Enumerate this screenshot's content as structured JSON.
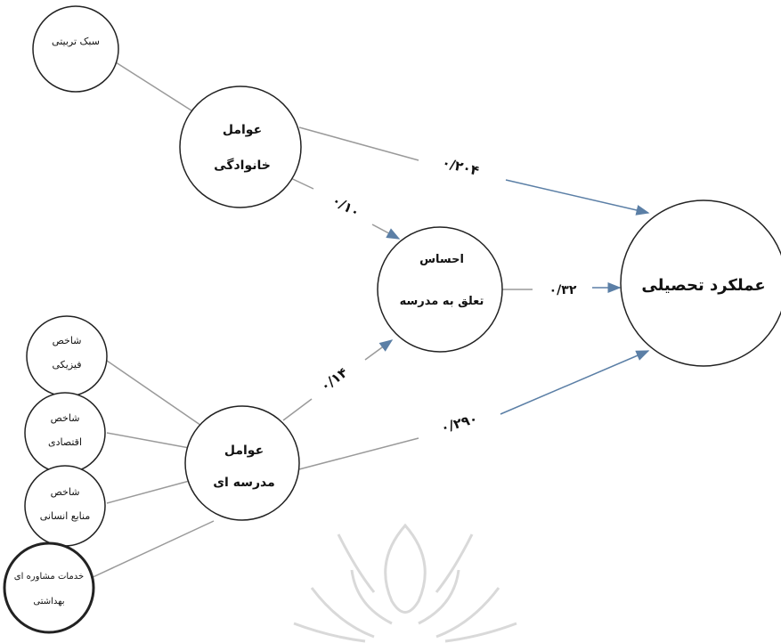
{
  "nodes": {
    "parenting_style": {
      "lines": [
        "سبک تربیتی"
      ]
    },
    "family_factors": {
      "lines": [
        "عوامل",
        "خانوادگی"
      ]
    },
    "school_belonging": {
      "lines": [
        "احساس",
        "تعلق به مدرسه"
      ]
    },
    "academic_performance": {
      "lines": [
        "عملکرد تحصیلی"
      ]
    },
    "physical_index": {
      "lines": [
        "شاخص",
        "فیزیکی"
      ]
    },
    "economic_index": {
      "lines": [
        "شاخص",
        "اقتصادی"
      ]
    },
    "human_resources_index": {
      "lines": [
        "شاخص",
        "منابع انسانی"
      ]
    },
    "health_counseling_services": {
      "lines": [
        "خدمات مشاوره ای",
        "بهداشتی"
      ]
    },
    "school_factors": {
      "lines": [
        "عوامل",
        "مدرسه ای"
      ]
    }
  },
  "paths": {
    "family_to_performance": "۰/۲۰۴",
    "family_to_belonging": "۰/۱۰",
    "belonging_to_performance": "۰/۳۲",
    "school_to_belonging": "۰/۱۴",
    "school_to_performance": "۰/۲۹۰"
  },
  "colors": {
    "edge": "#9a9a9a",
    "arrow": "#5b7fa6",
    "node_stroke": "#222222",
    "watermark": "#d9d9d9"
  }
}
